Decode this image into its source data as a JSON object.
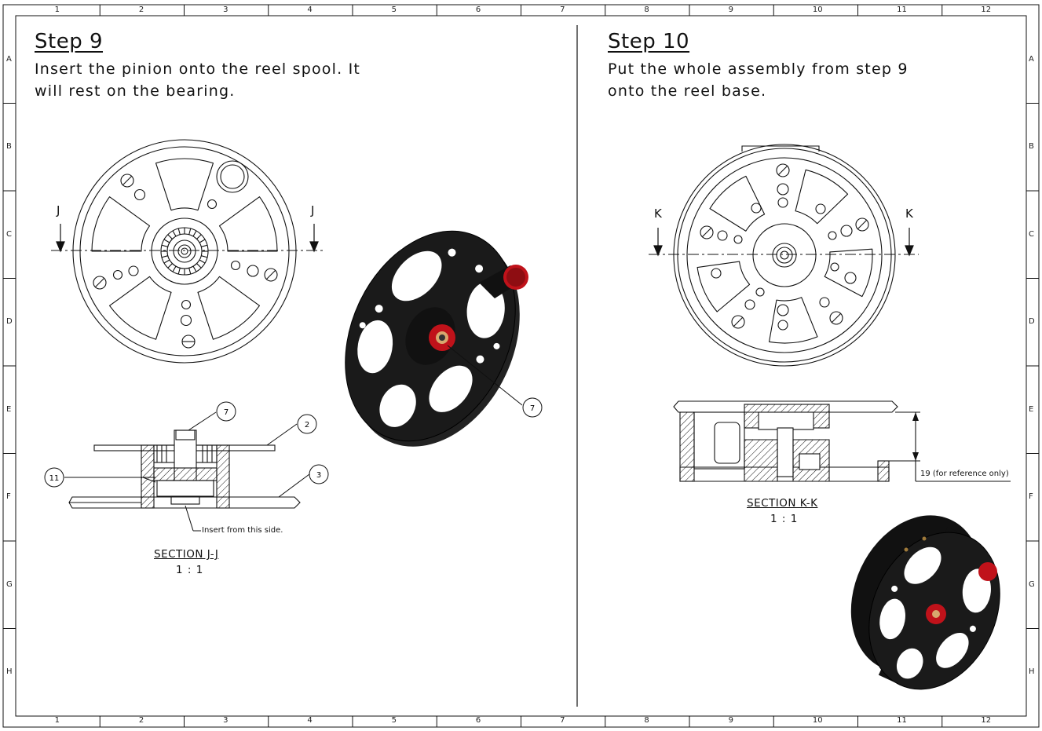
{
  "border": {
    "columns": [
      "1",
      "2",
      "3",
      "4",
      "5",
      "6",
      "7",
      "8",
      "9",
      "10",
      "11",
      "12"
    ],
    "rows": [
      "A",
      "B",
      "C",
      "D",
      "E",
      "F",
      "G",
      "H"
    ]
  },
  "step9": {
    "title": "Step 9",
    "line1": "Insert the pinion onto the reel spool. It",
    "line2": "will rest on the bearing.",
    "cut_left": "J",
    "cut_right": "J",
    "section_title": "SECTION J-J",
    "section_scale": "1 : 1",
    "note": "Insert from this side.",
    "balloons": {
      "b7_section": "7",
      "b2": "2",
      "b3": "3",
      "b11": "11",
      "b7_iso": "7"
    }
  },
  "step10": {
    "title": "Step 10",
    "line1": "Put the whole assembly from step 9",
    "line2": "onto the reel base.",
    "cut_left": "K",
    "cut_right": "K",
    "section_title": "SECTION K-K",
    "section_scale": "1 : 1",
    "dimension_note": "19 (for reference only)"
  },
  "colors": {
    "line": "#111111",
    "part_black": "#1a1a1a",
    "accent_red": "#c0121a"
  }
}
